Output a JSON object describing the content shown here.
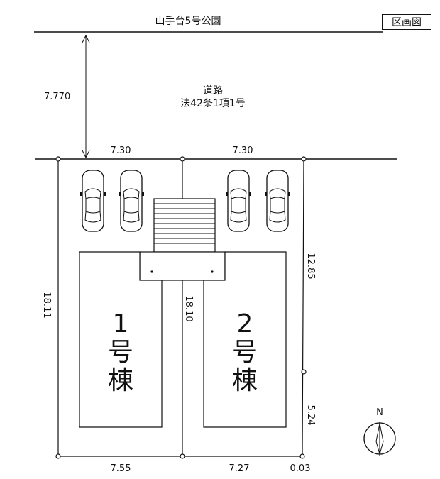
{
  "title": "区画図",
  "park_name": "山手台5号公園",
  "road": {
    "line1": "道路",
    "line2": "法42条1項1号",
    "width": "7.770"
  },
  "dimensions": {
    "top_left": "7.30",
    "top_right": "7.30",
    "left": "18.11",
    "middle": "18.10",
    "right_upper": "12.85",
    "right_lower": "5.24",
    "bottom_left": "7.55",
    "bottom_right": "7.27",
    "bottom_corner": "0.03"
  },
  "buildings": [
    {
      "num": "1",
      "char1": "号",
      "char2": "棟"
    },
    {
      "num": "2",
      "char1": "号",
      "char2": "棟"
    }
  ],
  "compass": {
    "label": "N"
  }
}
